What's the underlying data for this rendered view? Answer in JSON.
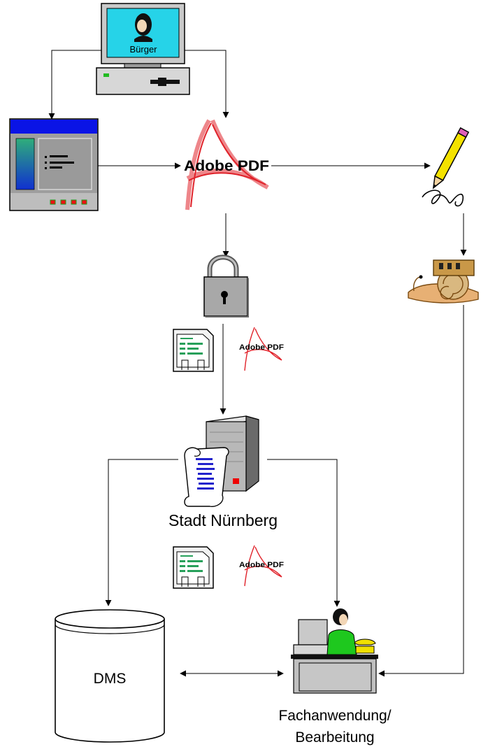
{
  "labels": {
    "citizen": "Bürger",
    "city_server": "Stadt Nürnberg",
    "dms": "DMS",
    "application_line1": "Fachanwendung/",
    "application_line2": "Bearbeitung"
  },
  "logos": {
    "pdf_large": "Adobe PDF",
    "pdf_small_1": "Adobe PDF",
    "pdf_small_2": "Adobe PDF"
  },
  "icons": [
    "citizen-computer-icon",
    "web-form-icon",
    "adobe-pdf-logo",
    "pencil-signature-icon",
    "padlock-icon",
    "snail-mail-icon",
    "signed-document-icon",
    "server-tower-icon",
    "scroll-document-icon",
    "database-cylinder-icon",
    "clerk-workstation-icon"
  ],
  "colors": {
    "screen_cyan": "#26d3e8",
    "window_titlebar": "#0a14e6",
    "pdf_red": "#e0222a",
    "clerk_green": "#1ec81e",
    "phone_yellow": "#f0e000",
    "server_gray": "#b8b8b8",
    "doc_green": "#27a05a",
    "doc_blue": "#2222cc"
  }
}
